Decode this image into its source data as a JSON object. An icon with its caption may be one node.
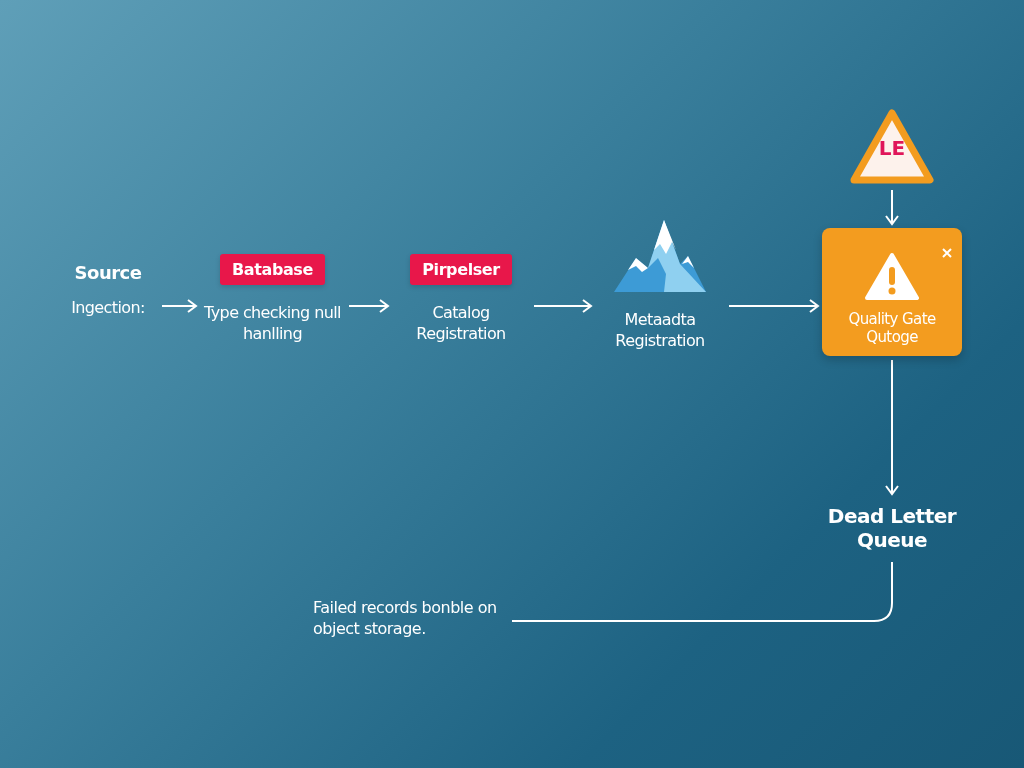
{
  "diagram": {
    "nodes": [
      {
        "text": [
          "Source",
          "Ingection:"
        ]
      },
      {
        "text": [
          "Batabase",
          "Type checking null hanlling"
        ]
      },
      {
        "text": [
          "Pirpelser",
          "Catalog Registration"
        ]
      },
      {
        "text": [
          "Metaadta Registration"
        ]
      },
      {
        "text": [
          "LE"
        ]
      },
      {
        "text": [
          "Quality Gate Qutoge"
        ]
      },
      {
        "text": [
          "Dead Letter Queue"
        ]
      },
      {
        "text": [
          "Failed records bonble on object storage."
        ]
      }
    ],
    "edges": [
      {
        "from": 0,
        "to": 1,
        "arrow": "to"
      },
      {
        "from": 1,
        "to": 2,
        "arrow": "to"
      },
      {
        "from": 2,
        "to": 3,
        "arrow": "to"
      },
      {
        "from": 3,
        "to": 5,
        "arrow": "to"
      },
      {
        "from": 4,
        "to": 5,
        "arrow": "to"
      },
      {
        "from": 5,
        "to": 6,
        "arrow": "to"
      },
      {
        "from": 6,
        "to": 7,
        "arrow": "none"
      }
    ]
  }
}
